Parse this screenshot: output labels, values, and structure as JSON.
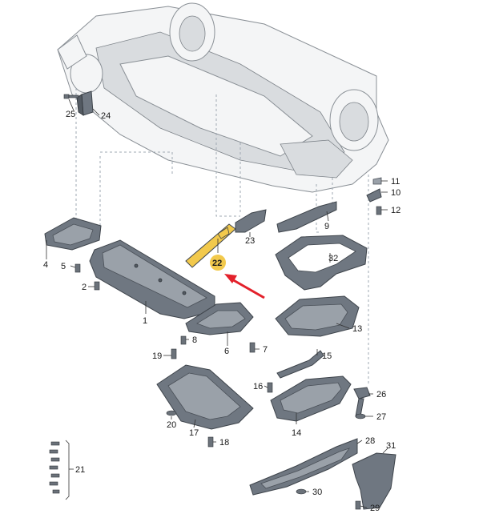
{
  "parts": [
    {
      "id": "1",
      "label": "1"
    },
    {
      "id": "2",
      "label": "2"
    },
    {
      "id": "4",
      "label": "4"
    },
    {
      "id": "5",
      "label": "5"
    },
    {
      "id": "6",
      "label": "6"
    },
    {
      "id": "7",
      "label": "7"
    },
    {
      "id": "8",
      "label": "8"
    },
    {
      "id": "9",
      "label": "9"
    },
    {
      "id": "10",
      "label": "10"
    },
    {
      "id": "11",
      "label": "11"
    },
    {
      "id": "12",
      "label": "12"
    },
    {
      "id": "13",
      "label": "13"
    },
    {
      "id": "14",
      "label": "14"
    },
    {
      "id": "15",
      "label": "15"
    },
    {
      "id": "16",
      "label": "16"
    },
    {
      "id": "17",
      "label": "17"
    },
    {
      "id": "18",
      "label": "18"
    },
    {
      "id": "19",
      "label": "19"
    },
    {
      "id": "20",
      "label": "20"
    },
    {
      "id": "21",
      "label": "21"
    },
    {
      "id": "22",
      "label": "22"
    },
    {
      "id": "23",
      "label": "23"
    },
    {
      "id": "24",
      "label": "24"
    },
    {
      "id": "25",
      "label": "25"
    },
    {
      "id": "26",
      "label": "26"
    },
    {
      "id": "27",
      "label": "27"
    },
    {
      "id": "28",
      "label": "28"
    },
    {
      "id": "29",
      "label": "29"
    },
    {
      "id": "30",
      "label": "30"
    },
    {
      "id": "31",
      "label": "31"
    },
    {
      "id": "32",
      "label": "32"
    }
  ],
  "highlight": {
    "part": "22",
    "color": "#f2c94c",
    "arrow_color": "#e3212b"
  },
  "colors": {
    "part": "#6f7781",
    "car_body": "#f4f5f6",
    "leader": "#333333"
  }
}
